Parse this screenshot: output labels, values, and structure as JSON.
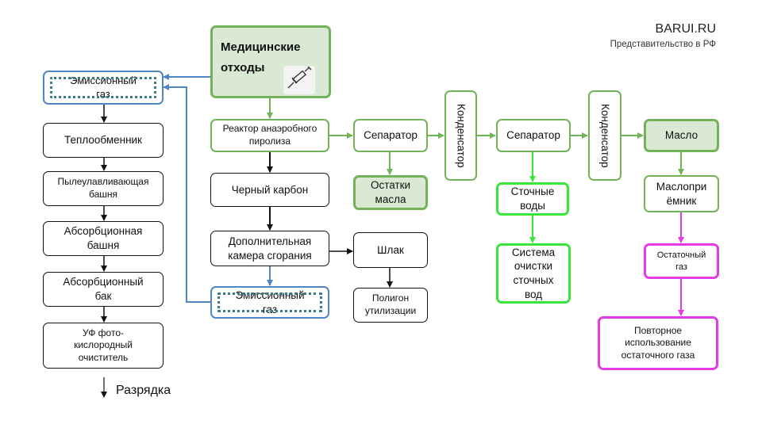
{
  "brand": {
    "name": "BARUI.RU",
    "subtitle": "Представительство в РФ"
  },
  "nodes": {
    "medical_waste": "Медицинские отходы",
    "reactor": "Реактор анаэробного пиролиза",
    "separator1": "Сепаратор",
    "condenser1": "Конденсатор",
    "separator2": "Сепаратор",
    "condenser2": "Конденсатор",
    "oil": "Масло",
    "oil_residue": "Остатки масла",
    "waste_water": "Сточные воды",
    "water_treatment": "Система очистки сточных вод",
    "oil_receiver": "Маслоприёмник",
    "residual_gas": "Остаточный газ",
    "gas_reuse": "Повторное использование остаточного газа",
    "black_carbon": "Черный карбон",
    "afterburner": "Дополнительная камера сгорания",
    "slag": "Шлак",
    "landfill": "Полигон утилизации",
    "emission_gas_mid": "Эмиссионный газ",
    "emission_gas_left": "Эмиссионный газ",
    "heat_exchanger": "Теплообменник",
    "dust_tower": "Пылеулавливающая башня",
    "absorption_tower": "Абсорбционная башня",
    "absorption_tank": "Абсорбционный бак",
    "uv_cleaner": "УФ фото-кислородный очиститель",
    "discharge": "Разрядка"
  },
  "icons": {
    "waste_icon": "syringe-icon"
  },
  "colors": {
    "green": "#72b35a",
    "green_fill": "#d9e9d3",
    "bright_green": "#39e63a",
    "magenta": "#e43be6",
    "blue": "#4f86c6",
    "black": "#111111"
  }
}
